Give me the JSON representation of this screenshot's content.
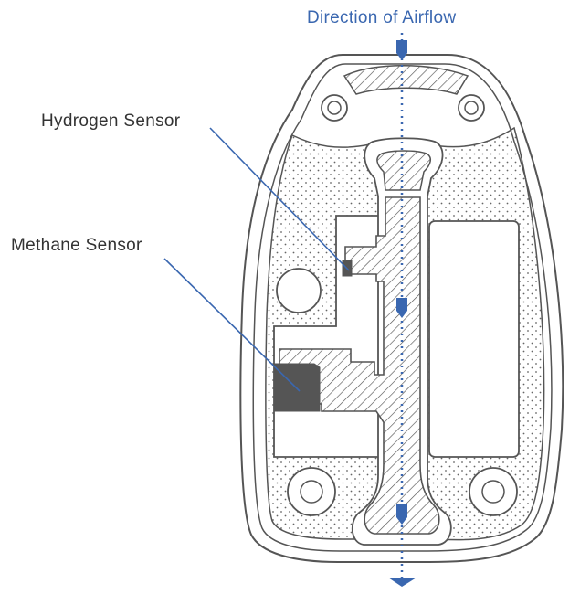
{
  "labels": {
    "airflow": "Direction of Airflow",
    "hydrogen_sensor": "Hydrogen Sensor",
    "methane_sensor": "Methane Sensor"
  },
  "colors": {
    "outline": "#555555",
    "airflow": "#3a67b0",
    "label_text": "#333333",
    "sensor_fill": "#555555",
    "leader_line": "#3a67b0"
  },
  "icons": {
    "airflow_arrow": "arrow-down-icon"
  }
}
